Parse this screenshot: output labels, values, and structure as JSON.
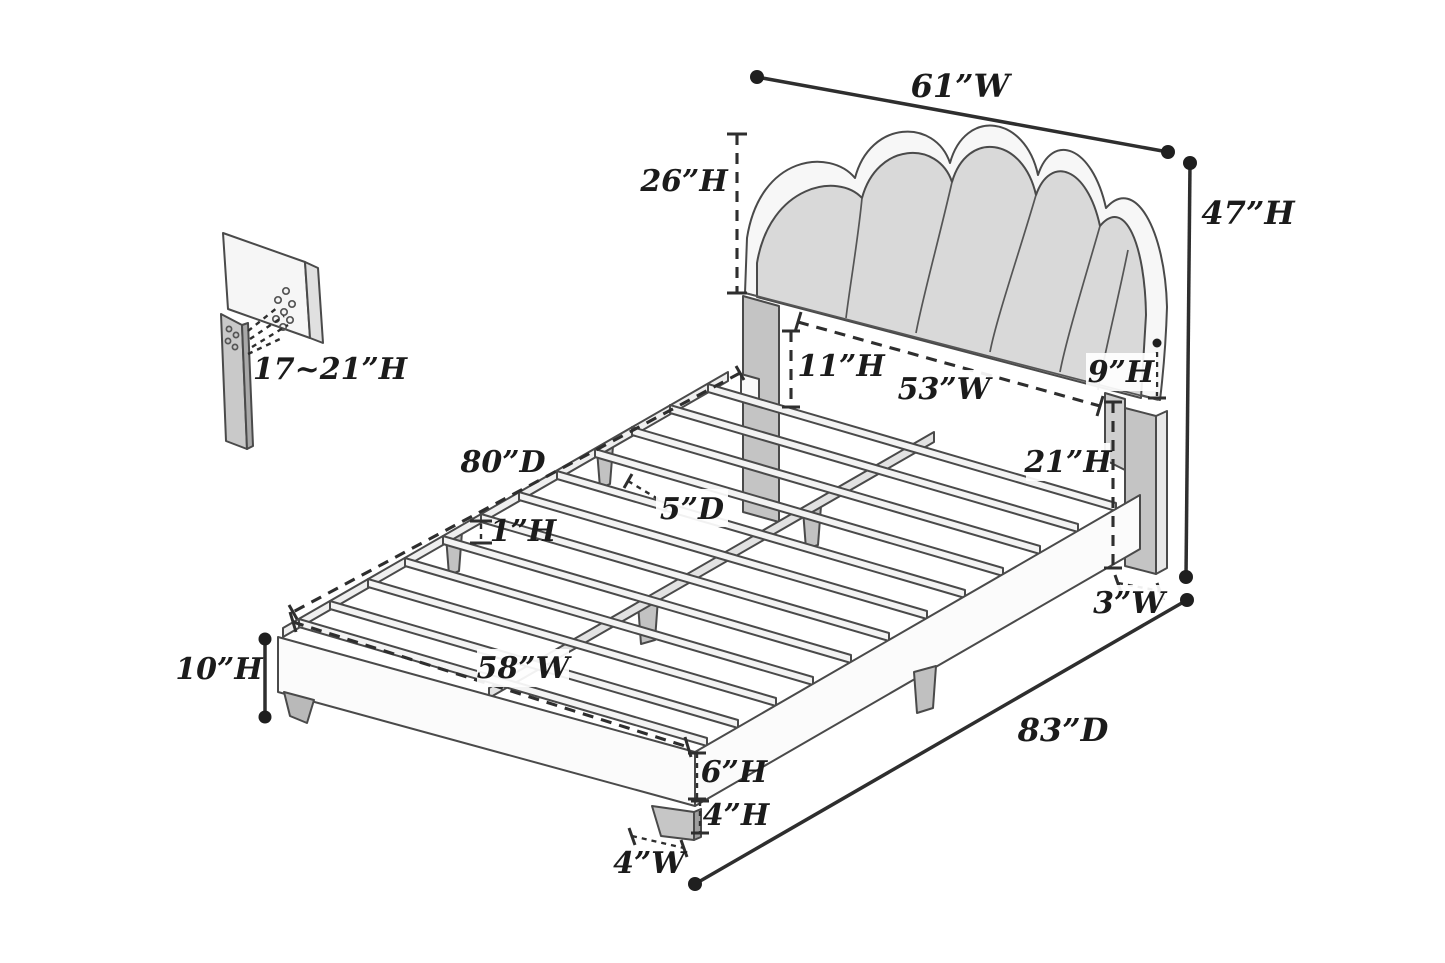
{
  "figure": {
    "type": "bed-frame-dimension-diagram",
    "background": "#ffffff",
    "description": "Isometric line drawing of an upholstered platform bed with scalloped headboard, wood slats, support rails and legs, annotated with dimension callouts. A detail inset at upper left shows the headboard leg panel with screw holes."
  },
  "colors": {
    "line": "#4a4a4a",
    "dim_line": "#2e2e2e",
    "text": "#1b1b1b",
    "upholstery": "#d9d9d9",
    "band_white": "#f7f7f7",
    "rail_white": "#fbfbfb",
    "leg_gray": "#c2c2c2",
    "slat_top": "#f3f3f3"
  },
  "dimensions": {
    "overall_width": "61”W",
    "overall_height": "47”H",
    "headboard_height": "26”H",
    "headboard_leg_height": "17~21”H",
    "headboard_gap_height": "11”H",
    "headboard_inner_width": "53”W",
    "headboard_side_panel_height": "9”H",
    "rail_top_height": "21”H",
    "slat_platform_depth": "80”D",
    "slat_depth": "5”D",
    "slat_thickness": "1”H",
    "foot_end_height": "10”H",
    "inner_width": "58”W",
    "side_rail_height": "6”H",
    "leg_height": "4”H",
    "leg_width": "4”W",
    "headboard_leg_width": "3”W",
    "overall_depth": "83”D"
  }
}
